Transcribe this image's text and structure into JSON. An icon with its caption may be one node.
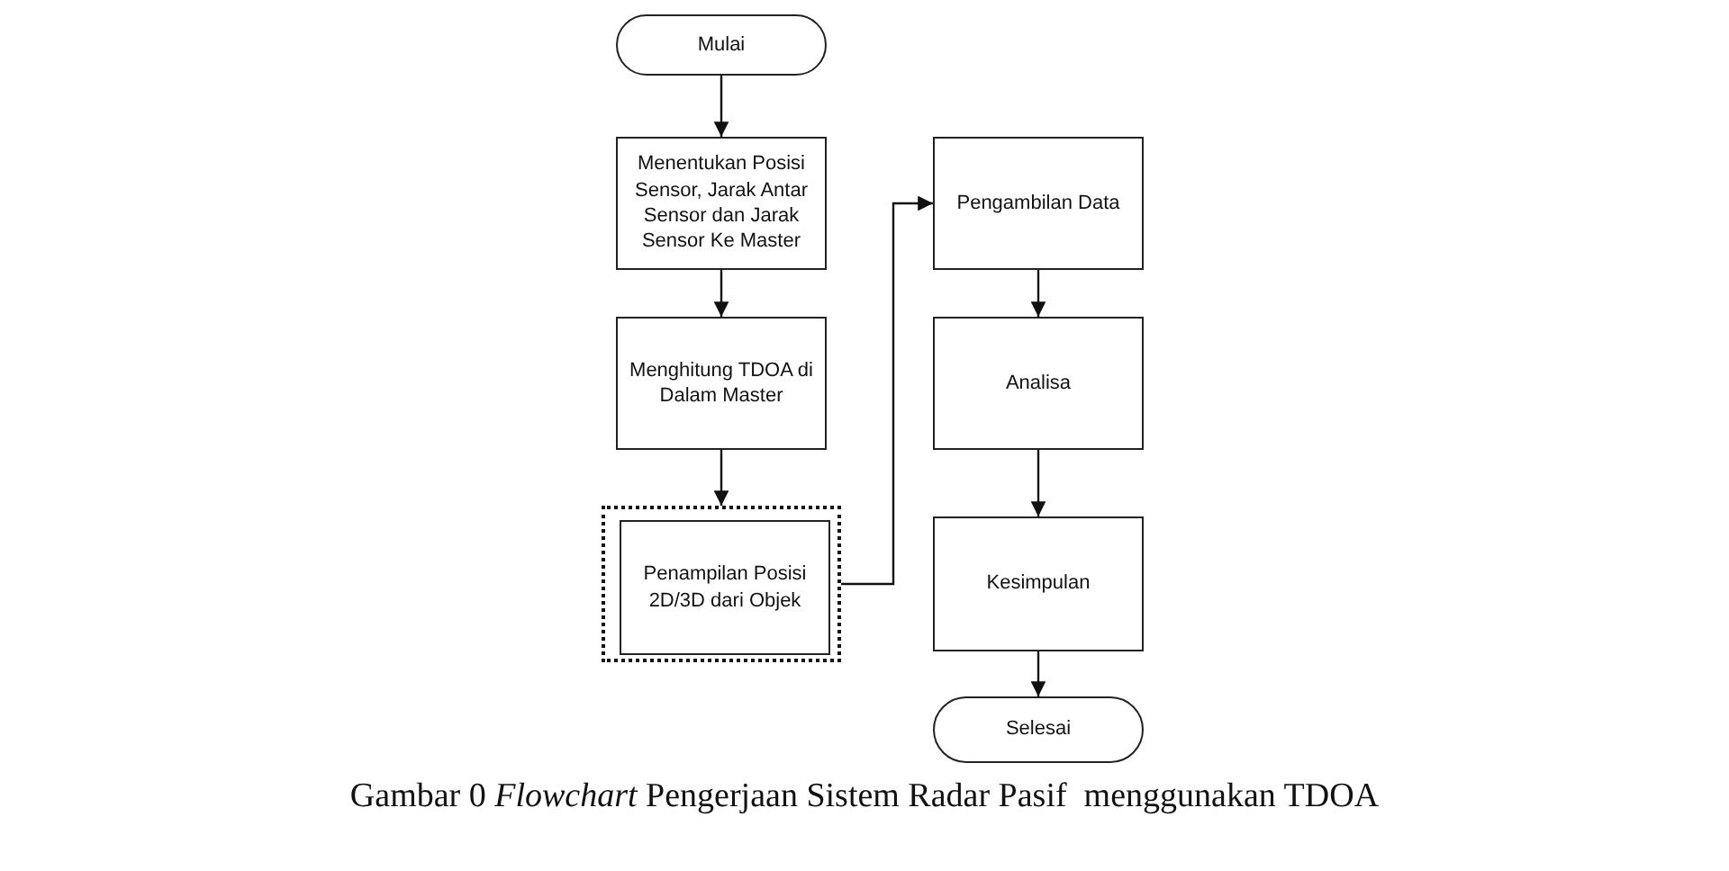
{
  "diagram": {
    "caption": "Gambar 0 *Flowchart* Pengerjaan Sistem Radar Pasif  menggunakan TDOA",
    "nodes": [
      {
        "text": [
          "Mulai"
        ]
      },
      {
        "text": [
          "Menentukan Posisi Sensor, Jarak Antar Sensor dan Jarak Sensor Ke Master"
        ]
      },
      {
        "text": [
          "Menghitung TDOA di Dalam Master"
        ]
      },
      {
        "text": [],
        "shape": "box"
      },
      {
        "text": [
          "Penampilan Posisi 2D/3D dari Objek"
        ],
        "in": 3
      },
      {
        "text": [
          "Pengambilan Data"
        ]
      },
      {
        "text": [
          "Analisa"
        ]
      },
      {
        "text": [
          "Kesimpulan"
        ]
      },
      {
        "text": [
          "Selesai"
        ]
      }
    ],
    "edges": [
      {
        "from": 0,
        "to": 1,
        "arrow": "to"
      },
      {
        "from": 1,
        "to": 2,
        "arrow": "to"
      },
      {
        "from": 2,
        "to": 3,
        "arrow": "to"
      },
      {
        "from": 3,
        "to": 5,
        "arrow": "to"
      },
      {
        "from": 5,
        "to": 6,
        "arrow": "to"
      },
      {
        "from": 6,
        "to": 7,
        "arrow": "to"
      },
      {
        "from": 7,
        "to": 8,
        "arrow": "to"
      }
    ]
  }
}
